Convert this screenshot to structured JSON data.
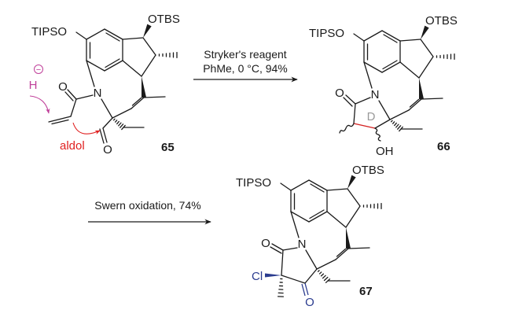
{
  "colors": {
    "ink": "#1a1a1a",
    "hydride": "#c0409a",
    "aldol": "#e02020",
    "new_bond": "#d42020",
    "ring_label": "#999999",
    "modified": "#2b3c8f"
  },
  "atoms": {
    "tipso": "TIPSO",
    "otbs": "OTBS",
    "n": "N",
    "o": "O",
    "oh": "OH",
    "cl": "Cl",
    "h": "H",
    "minus": "−"
  },
  "compounds": [
    {
      "id": "65",
      "annotations": {
        "arrow_label": "aldol"
      }
    },
    {
      "id": "66",
      "annotations": {
        "ring_label": "D"
      }
    },
    {
      "id": "67"
    }
  ],
  "reactions": [
    {
      "reagent": "Stryker's reagent",
      "conditions": "PhMe, 0 °C, 94%"
    },
    {
      "reagent": "Swern oxidation, 74%"
    }
  ]
}
